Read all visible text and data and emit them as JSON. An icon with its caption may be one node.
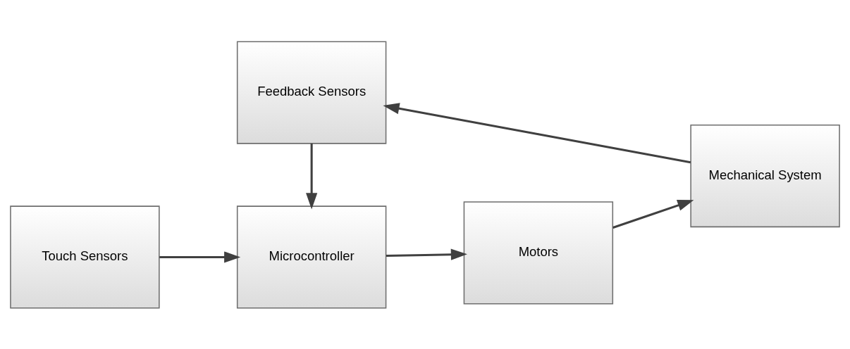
{
  "diagram": {
    "nodes": [
      {
        "text": [
          "Touch Sensors"
        ]
      },
      {
        "text": [
          "Microcontroller"
        ]
      },
      {
        "text": [
          "Motors"
        ]
      },
      {
        "text": [
          "Mechanical System"
        ]
      },
      {
        "text": [
          "Feedback Sensors"
        ]
      }
    ],
    "edges": [
      {
        "from": 0,
        "to": 1,
        "arrow": "to"
      },
      {
        "from": 1,
        "to": 2,
        "arrow": "to"
      },
      {
        "from": 2,
        "to": 3,
        "arrow": "to"
      },
      {
        "from": 4,
        "to": 1,
        "arrow": "to"
      },
      {
        "from": 3,
        "to": 4,
        "arrow": "to"
      }
    ]
  }
}
